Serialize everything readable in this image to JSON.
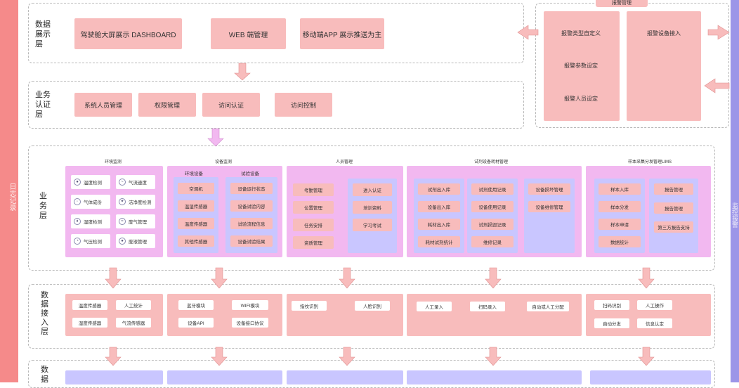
{
  "sidebars": {
    "left_text": "日志记录",
    "right_text": "监控报警"
  },
  "layers": {
    "presentation": {
      "label": "数据展示层",
      "items": [
        "驾驶舱大屏展示 DASHBOARD",
        "WEB 端管理",
        "移动端APP 展示推送为主"
      ]
    },
    "auth": {
      "label": "业务认证层",
      "items": [
        "系统人员管理",
        "权限管理",
        "访问认证",
        "访问控制"
      ]
    },
    "business": {
      "label": "业务层",
      "groups": {
        "env": {
          "title": "环境监测",
          "items": [
            "温度检测",
            "气流速度",
            "气体成份",
            "洁净度检测",
            "湿度检测",
            "废气管理",
            "气压检测",
            "废液管理"
          ]
        },
        "device": {
          "title": "设备监测",
          "env_sub": "环境设备",
          "env_items": [
            "空调机",
            "温湿传感器",
            "温度传感器",
            "其他传感器"
          ],
          "test_sub": "试验设备",
          "test_items": [
            "设备运行状态",
            "设备试验内容",
            "试验流程信息",
            "设备试验结果"
          ]
        },
        "people": {
          "title": "人员管理",
          "left": [
            "考勤管理",
            "位置管理",
            "任务安排",
            "资质管理"
          ],
          "right": [
            "进入认证",
            "培训资料",
            "学习考试"
          ]
        },
        "material": {
          "title": "试剂设备耗材管理",
          "col1": [
            "试剂出入库",
            "设备出入库",
            "耗材出入库",
            "耗材试剂统计"
          ],
          "col2": [
            "试剂使用记录",
            "设备使用记录",
            "试剂损毁记录",
            "维修记录"
          ],
          "col3": [
            "设备损坏管理",
            "设备维修管理"
          ]
        },
        "lims": {
          "title": "样本采集分发管理LIMS",
          "left": [
            "样本入库",
            "样本分发",
            "样本申请",
            "数据统计"
          ],
          "right": [
            "报告管理",
            "报告管理",
            "第三方报告支持"
          ]
        }
      }
    },
    "access": {
      "label": "数据接入层",
      "g1": [
        "温度传感器",
        "人工统计",
        "湿度传感器",
        "气流传感器"
      ],
      "g2": [
        "蓝牙模块",
        "WIFI模块",
        "设备API",
        "设备接口协议"
      ],
      "g3": [
        "指纹识别",
        "人脸识别"
      ],
      "g4": [
        "人工录入",
        "扫码录入",
        "自动或人工分配"
      ],
      "g5": [
        "扫码识别",
        "人工操作",
        "自动分发",
        "信息认定"
      ]
    },
    "storage": {
      "label": "数据"
    }
  },
  "alarm": {
    "title": "报警管理",
    "left": [
      "报警类型自定义",
      "报警参数设定",
      "报警人员设定"
    ],
    "right": [
      "报警设备接入"
    ]
  },
  "colors": {
    "pink": "#f8bcbc",
    "magenta": "#f2b8f0",
    "lavender": "#c9c6ff",
    "sidebar_left": "#f58a8a",
    "sidebar_right": "#9c95e8"
  }
}
